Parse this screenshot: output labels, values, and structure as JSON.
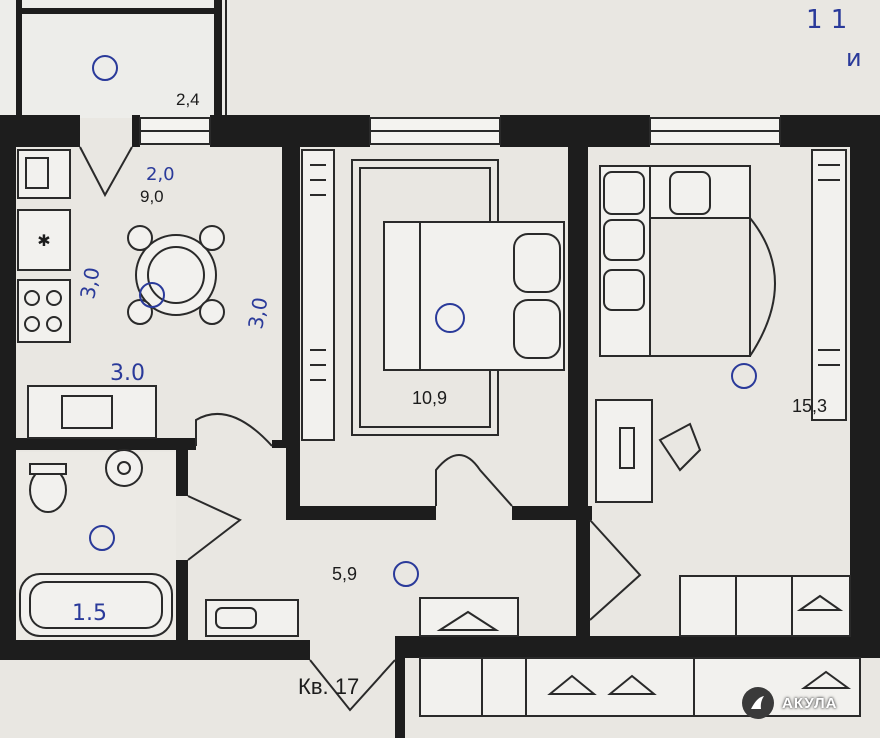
{
  "plan": {
    "rooms": [
      {
        "id": "balcony",
        "area": "2,4"
      },
      {
        "id": "kitchen",
        "area": "9,0"
      },
      {
        "id": "bedroom",
        "area": "10,9"
      },
      {
        "id": "living-room",
        "area": "15,3"
      },
      {
        "id": "hallway",
        "area": "5,9"
      }
    ],
    "apartment_label": "Кв. 17",
    "handwritten": {
      "kitchen_top": "2,0",
      "kitchen_side_left": "3,0",
      "kitchen_side_right": "3,0",
      "kitchen_bottom": "3.0",
      "bathroom_area": "1.5",
      "corner_top_right": "1 1",
      "corner_top_right_2": "и"
    }
  },
  "watermark": {
    "brand": "АКУЛА"
  },
  "colors": {
    "wall": "#1d1d1d",
    "paper": "#e9e7e2",
    "ink": "#2a3a9a",
    "red_ink": "#b8283a"
  }
}
